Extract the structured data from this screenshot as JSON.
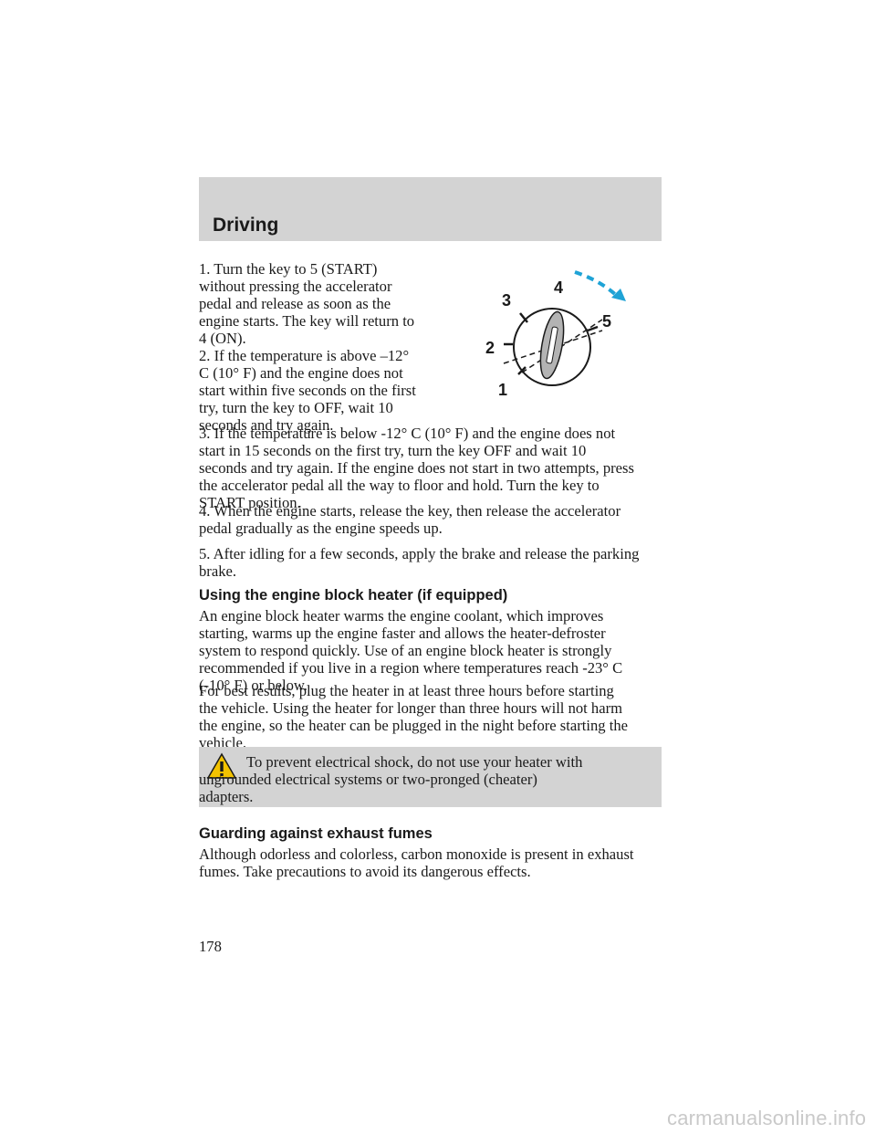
{
  "header": {
    "title": "Driving"
  },
  "steps": [
    "1. Turn the key to 5 (START)\nwithout pressing the accelerator\npedal and release as soon as the\nengine starts. The key will return to\n4 (ON).",
    "2. If the temperature is above –12°\nC (10° F) and the engine does not\nstart within five seconds on the first\ntry, turn the key to OFF, wait 10\nseconds and try again.",
    "3. If the temperature is below -12° C (10° F) and the engine does not\nstart in 15 seconds on the first try, turn the key OFF and wait 10\nseconds and try again. If the engine does not start in two attempts, press\nthe accelerator pedal all the way to floor and hold. Turn the key to\nSTART position.",
    "4. When the engine starts, release the key, then release the accelerator\npedal gradually as the engine speeds up.",
    "5. After idling for a few seconds, apply the brake and release the parking\nbrake."
  ],
  "diagram": {
    "labels": [
      "1",
      "2",
      "3",
      "4",
      "5"
    ],
    "accent_color": "#1fa3d6"
  },
  "block_heater": {
    "heading": "Using the engine block heater (if equipped)",
    "paragraphs": [
      "An engine block heater warms the engine coolant, which improves\nstarting, warms up the engine faster and allows the heater-defroster\nsystem to respond quickly. Use of an engine block heater is strongly\nrecommended if you live in a region where temperatures reach -23° C\n(-10° F) or below.",
      "For best results, plug the heater in at least three hours before starting\nthe vehicle. Using the heater for longer than three hours will not harm\nthe engine, so the heater can be plugged in the night before starting the\nvehicle."
    ]
  },
  "warning": {
    "icon": "warning-triangle-icon",
    "text": "To prevent electrical shock, do not use your heater with\nungrounded electrical systems or two-pronged (cheater)\nadapters."
  },
  "exhaust": {
    "heading": "Guarding against exhaust fumes",
    "paragraph": "Although odorless and colorless, carbon monoxide is present in exhaust\nfumes. Take precautions to avoid its dangerous effects."
  },
  "page_number": "178",
  "watermark": "carmanualsonline.info"
}
